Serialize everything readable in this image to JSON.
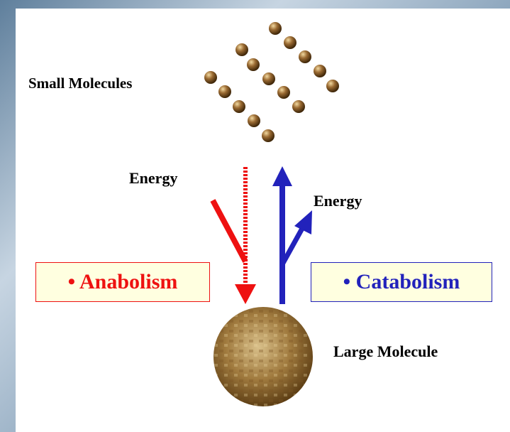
{
  "diagram": {
    "small_molecules_label": "Small Molecules",
    "energy_in_label": "Energy",
    "energy_out_label": "Energy",
    "anabolism_label": "• Anabolism",
    "catabolism_label": "• Catabolism",
    "large_molecule_label": "Large Molecule"
  },
  "colors": {
    "anabolism": "#ee1111",
    "catabolism": "#2222bb",
    "box_fill": "#ffffe0"
  }
}
